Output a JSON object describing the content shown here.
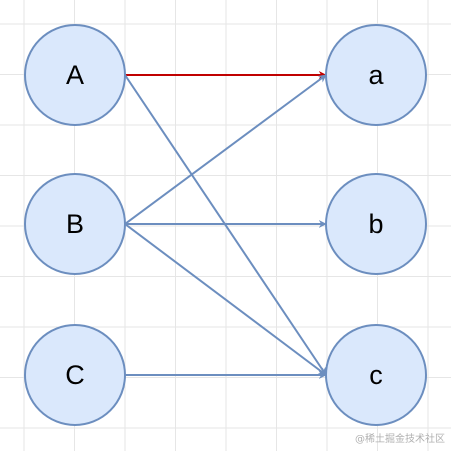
{
  "diagram": {
    "colors": {
      "node_fill": "#dae8fc",
      "node_stroke": "#6c8ebf",
      "edge_default": "#6c8ebf",
      "edge_highlight": "#c00000",
      "grid": "#e6e6e6"
    },
    "left_nodes": [
      {
        "id": "A",
        "label": "A"
      },
      {
        "id": "B",
        "label": "B"
      },
      {
        "id": "C",
        "label": "C"
      }
    ],
    "right_nodes": [
      {
        "id": "a",
        "label": "a"
      },
      {
        "id": "b",
        "label": "b"
      },
      {
        "id": "c",
        "label": "c"
      }
    ],
    "edges": [
      {
        "from": "A",
        "to": "a",
        "highlighted": true
      },
      {
        "from": "A",
        "to": "c",
        "highlighted": false
      },
      {
        "from": "B",
        "to": "a",
        "highlighted": false
      },
      {
        "from": "B",
        "to": "b",
        "highlighted": false
      },
      {
        "from": "B",
        "to": "c",
        "highlighted": false
      },
      {
        "from": "C",
        "to": "c",
        "highlighted": false
      }
    ]
  },
  "watermark": "@稀土掘金技术社区"
}
